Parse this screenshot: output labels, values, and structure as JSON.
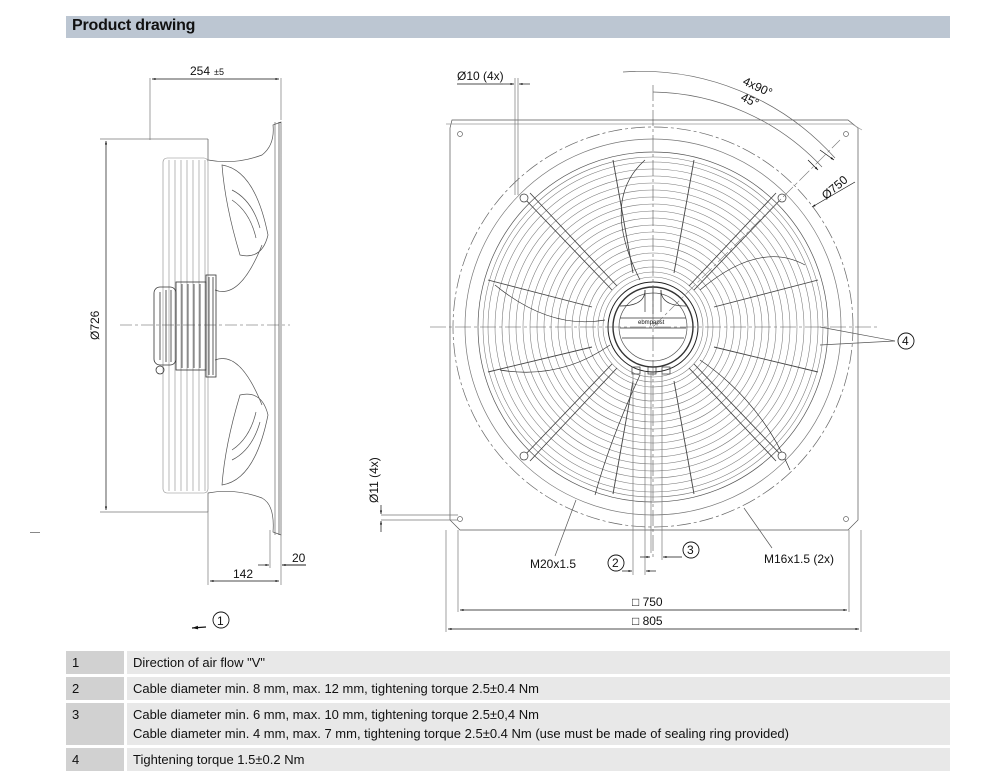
{
  "header": {
    "title": "Product drawing"
  },
  "side_view": {
    "dim_width": "254",
    "dim_width_tol": "±5",
    "dim_diameter": "Ø726",
    "dim_142": "142",
    "dim_20": "20",
    "callout_1": "1"
  },
  "front_view": {
    "dim_hole_top": "Ø10 (4x)",
    "dim_angle_4x90": "4x90°",
    "dim_angle_45": "45°",
    "dim_diameter_750": "Ø750",
    "dim_hole_side": "Ø11 (4x)",
    "callout_4": "4",
    "callout_2": "2",
    "callout_3": "3",
    "label_m20": "M20x1.5",
    "label_m16": "M16x1.5 (2x)",
    "dim_square_750": "□ 750",
    "dim_square_805": "□ 805",
    "logo_text": "ebmpapst"
  },
  "legend": {
    "rows": [
      {
        "num": "1",
        "lines": [
          "Direction of air flow \"V\""
        ]
      },
      {
        "num": "2",
        "lines": [
          "Cable diameter min. 8 mm, max. 12 mm, tightening torque 2.5±0.4 Nm"
        ]
      },
      {
        "num": "3",
        "lines": [
          "Cable diameter min. 6 mm, max. 10 mm, tightening torque 2.5±0,4 Nm",
          "Cable diameter min. 4 mm, max. 7 mm, tightening torque 2.5±0.4 Nm (use must be made of sealing ring provided)"
        ]
      },
      {
        "num": "4",
        "lines": [
          "Tightening torque 1.5±0.2 Nm"
        ]
      }
    ]
  }
}
